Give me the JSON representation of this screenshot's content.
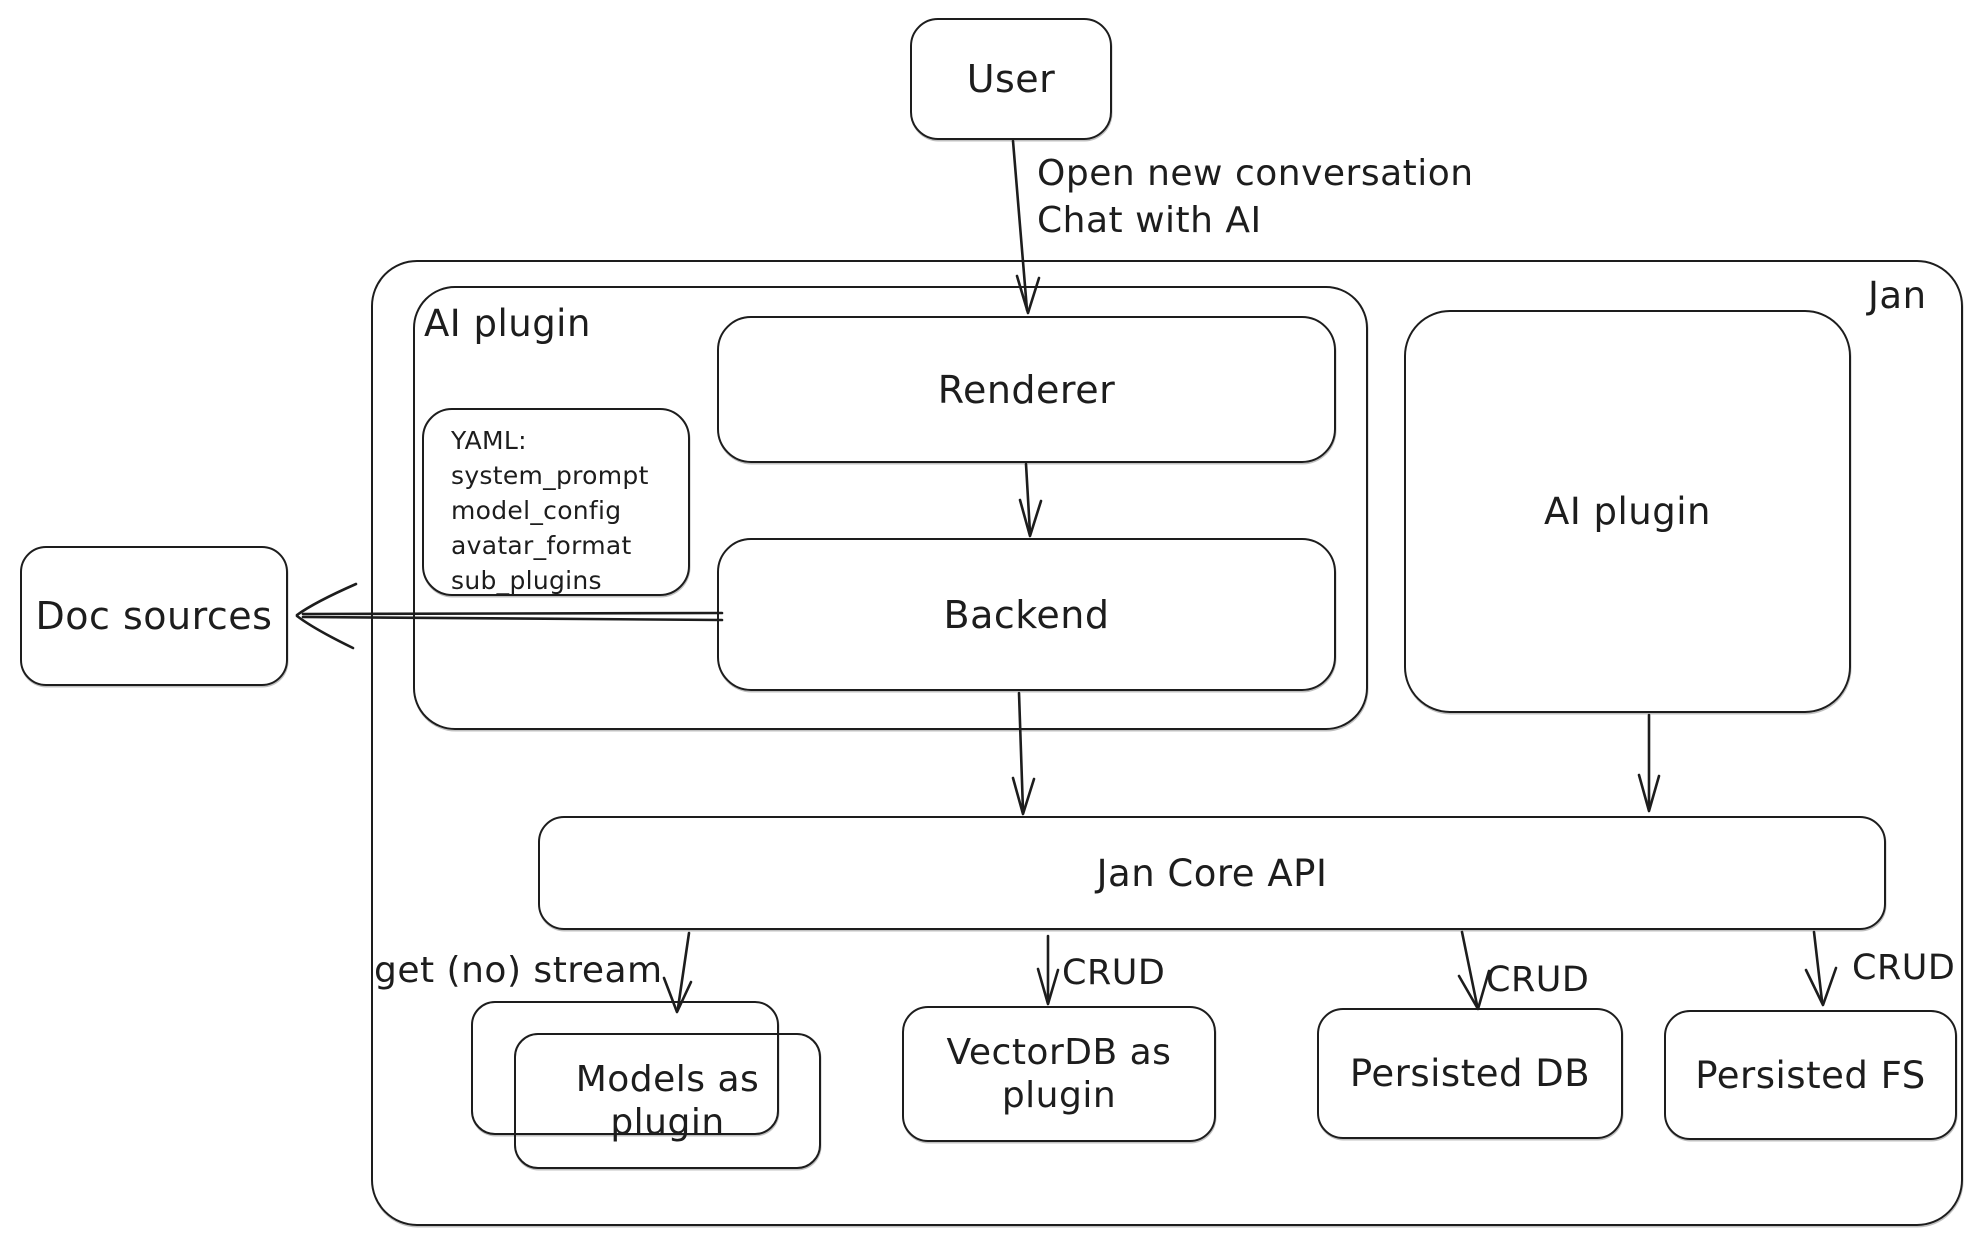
{
  "colors": {
    "stroke": "#1d1d1d",
    "background": "#ffffff"
  },
  "nodes": {
    "user": {
      "label": "User"
    },
    "jan": {
      "label": "Jan"
    },
    "ai_plugin_group": {
      "label": "AI plugin"
    },
    "renderer": {
      "label": "Renderer"
    },
    "yaml_note": {
      "lines": [
        "YAML:",
        "system_prompt",
        "model_config",
        "avatar_format",
        "sub_plugins"
      ]
    },
    "backend": {
      "label": "Backend"
    },
    "doc_sources": {
      "label": "Doc sources"
    },
    "ai_plugin_right": {
      "label": "AI plugin"
    },
    "jan_core_api": {
      "label": "Jan Core API"
    },
    "models_as_plugin": {
      "label": "Models as plugin"
    },
    "vectordb": {
      "label": "VectorDB as plugin"
    },
    "persisted_db": {
      "label": "Persisted DB"
    },
    "persisted_fs": {
      "label": "Persisted FS"
    }
  },
  "edges": {
    "user_to_renderer": {
      "label_line1": "Open new conversation",
      "label_line2": "Chat with AI"
    },
    "renderer_to_backend": {
      "label": ""
    },
    "backend_to_doc_sources": {
      "label": ""
    },
    "backend_to_api": {
      "label": ""
    },
    "ai_plugin_to_api": {
      "label": ""
    },
    "api_to_models": {
      "label": "get (no) stream"
    },
    "api_to_vectordb": {
      "label": "CRUD"
    },
    "api_to_persisted_db": {
      "label": "CRUD"
    },
    "api_to_persisted_fs": {
      "label": "CRUD"
    }
  }
}
